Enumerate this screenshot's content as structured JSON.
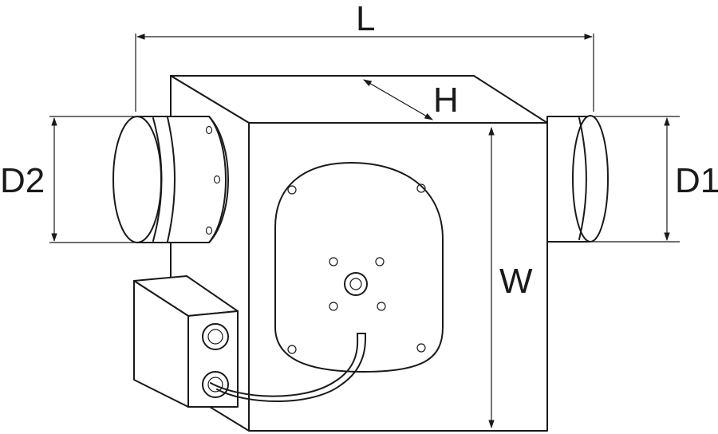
{
  "dimensions": {
    "length_label": "L",
    "height_label": "H",
    "width_label": "W",
    "outlet_diameter_label": "D1",
    "inlet_diameter_label": "D2"
  }
}
